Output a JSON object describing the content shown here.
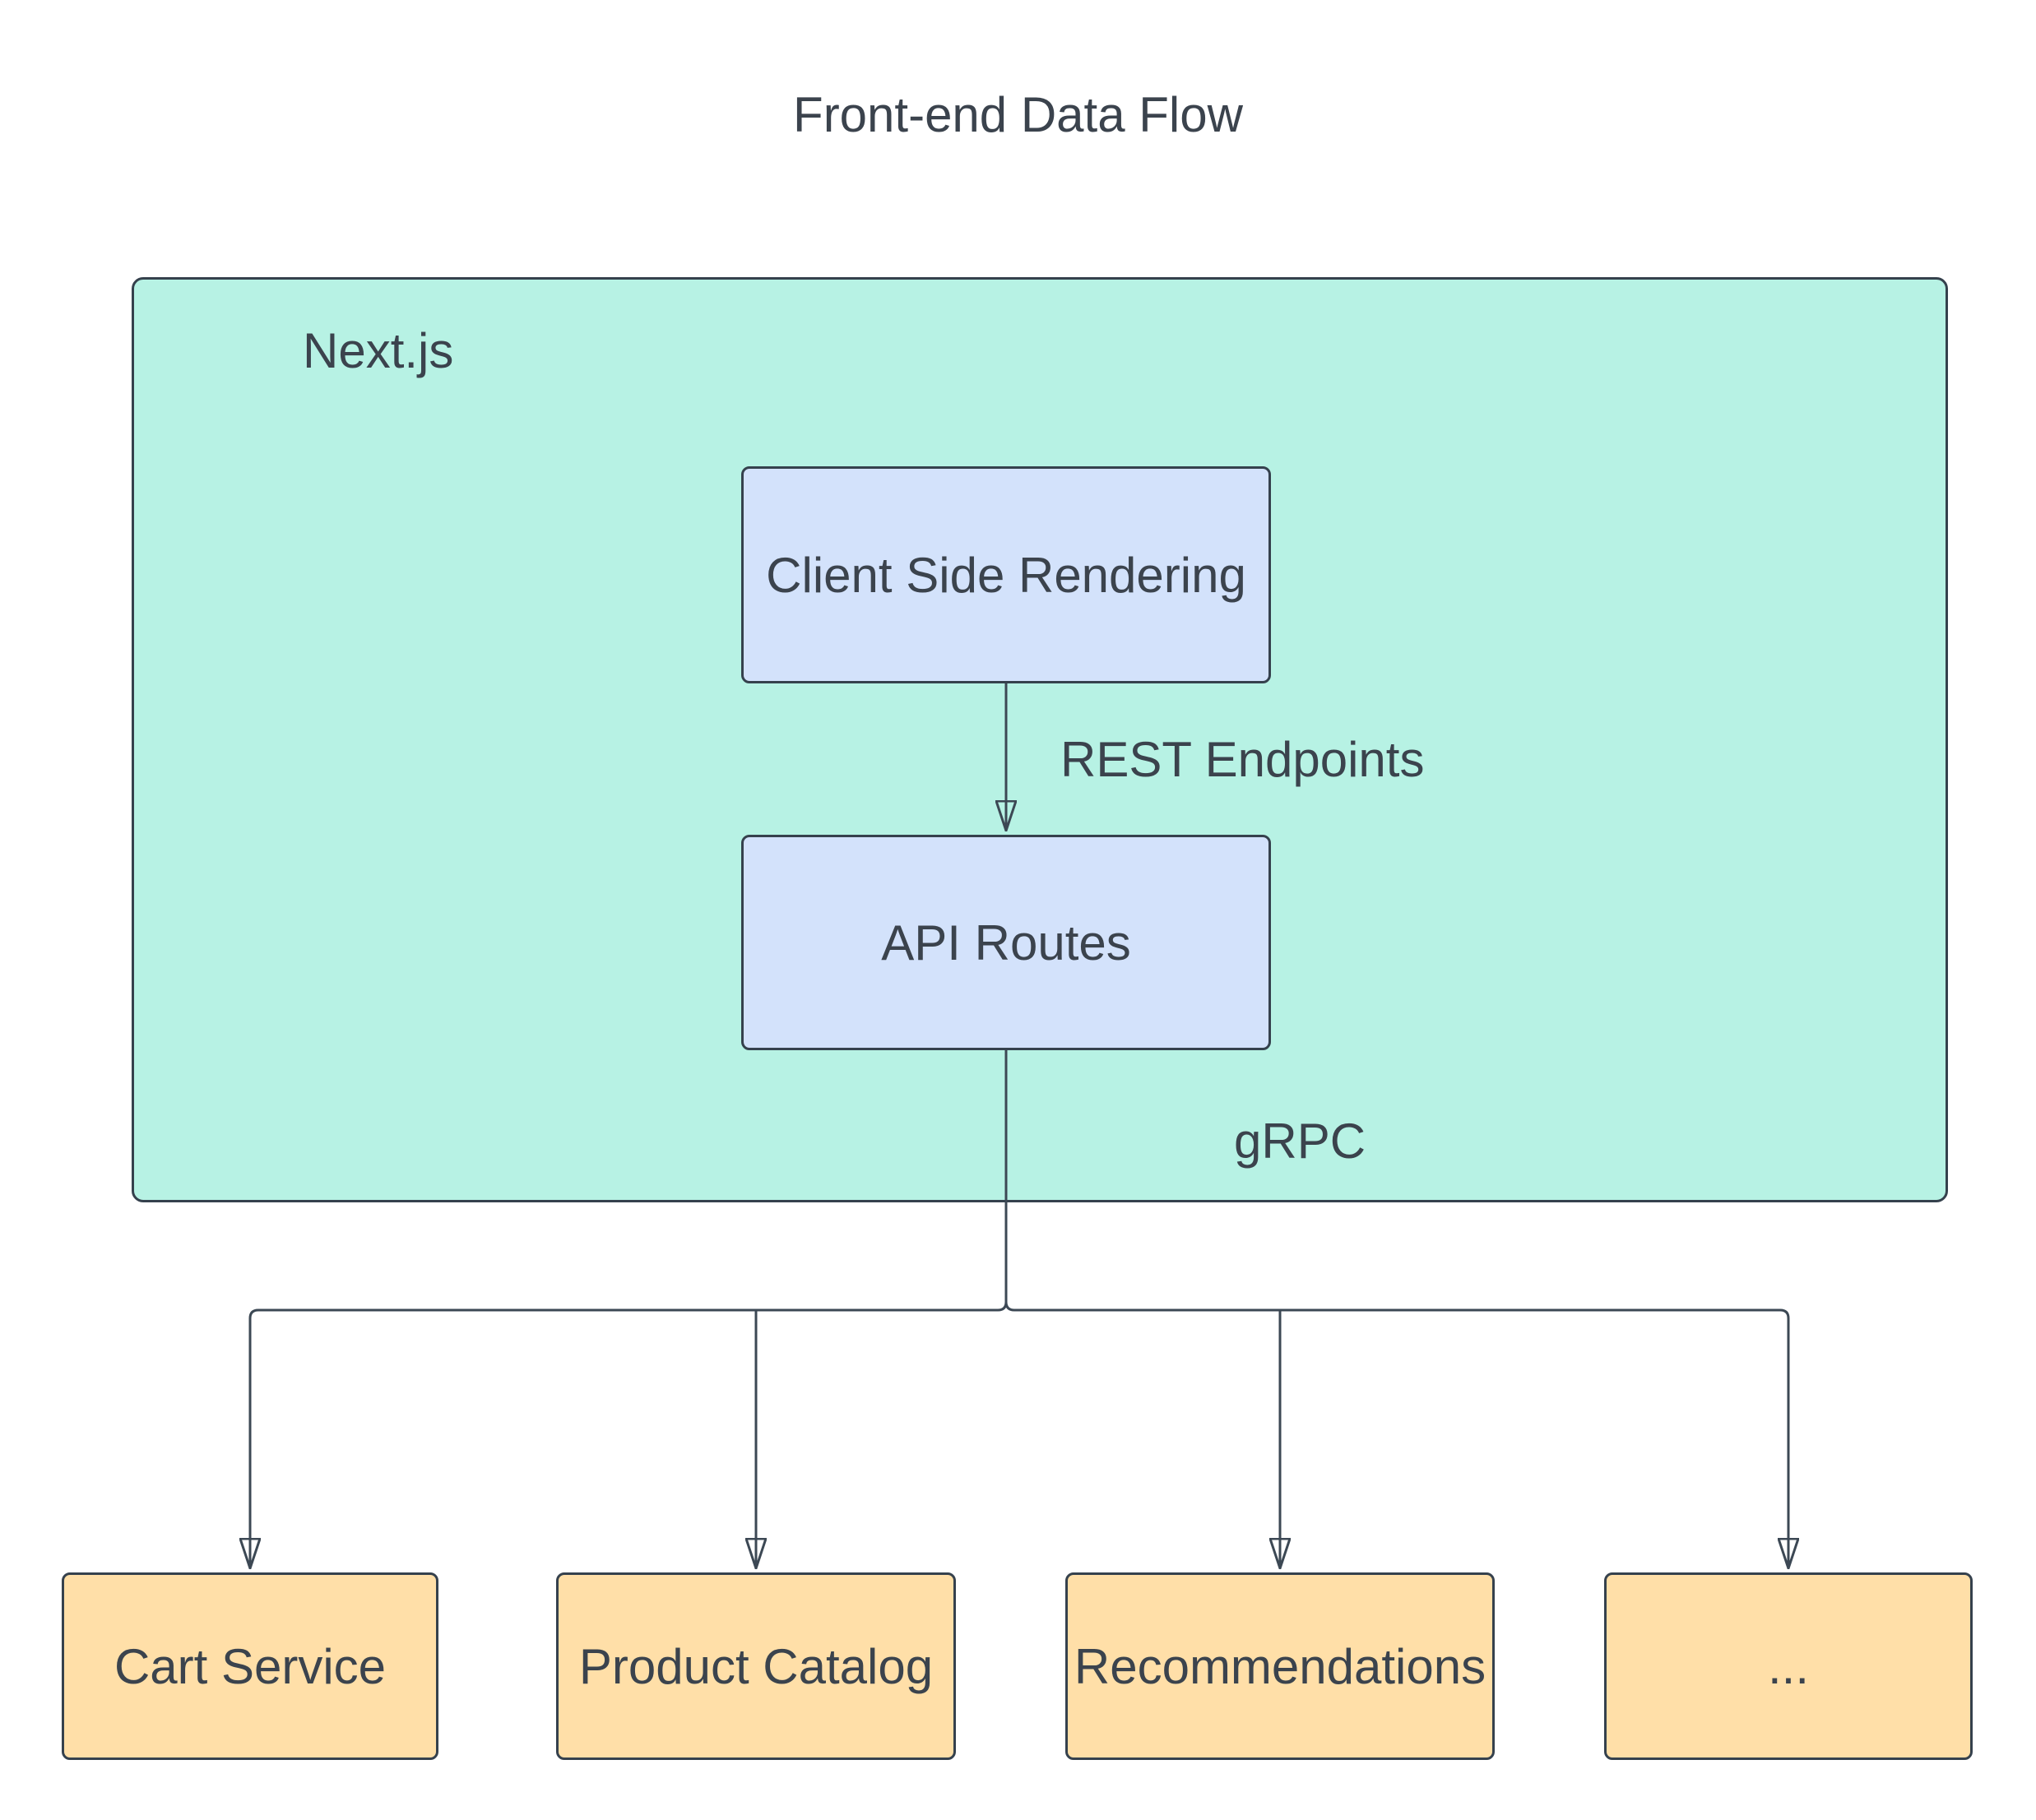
{
  "diagram": {
    "title": "Front-end Data Flow",
    "container": {
      "label": "Next.js"
    },
    "nodes": {
      "csr": {
        "label": "Client Side Rendering"
      },
      "api": {
        "label": "API Routes"
      }
    },
    "edge_labels": {
      "rest": "REST Endpoints",
      "grpc": "gRPC"
    },
    "services": [
      {
        "label": "Cart Service"
      },
      {
        "label": "Product Catalog"
      },
      {
        "label": "Recommendations"
      },
      {
        "label": "..."
      }
    ],
    "colors": {
      "background": "#ffffff",
      "container_fill": "#b7f2e4",
      "node_fill": "#d3e2fb",
      "service_fill": "#ffdfa8",
      "shape_border": "#35414d",
      "edge_line": "#3c4854",
      "text": "#3b434d"
    }
  }
}
